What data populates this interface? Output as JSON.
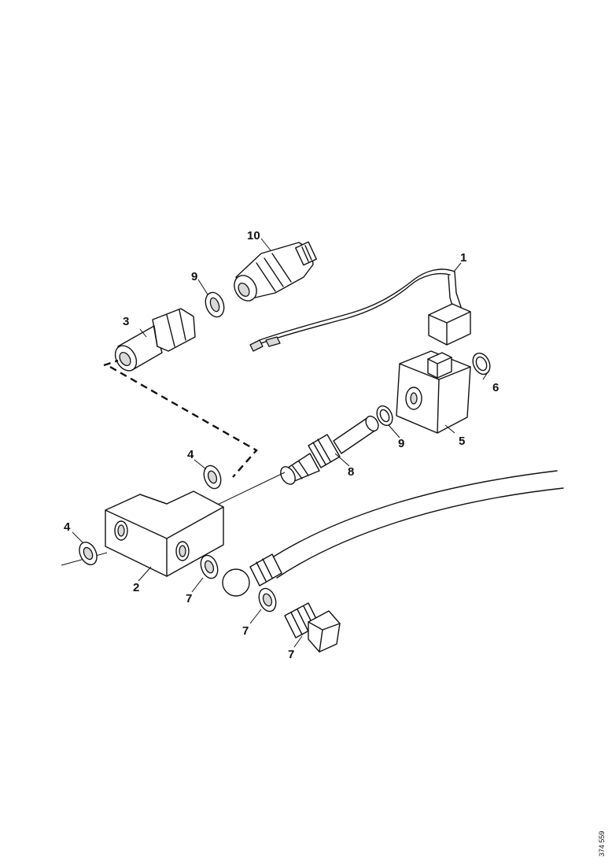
{
  "callouts": {
    "c1": "1",
    "c2": "2",
    "c3": "3",
    "c4a": "4",
    "c4b": "4",
    "c5": "5",
    "c6": "6",
    "c7a": "7",
    "c7b": "7",
    "c7c": "7",
    "c8": "8",
    "c9a": "9",
    "c9b": "9",
    "c10": "10"
  },
  "drawing_id": "374 559"
}
